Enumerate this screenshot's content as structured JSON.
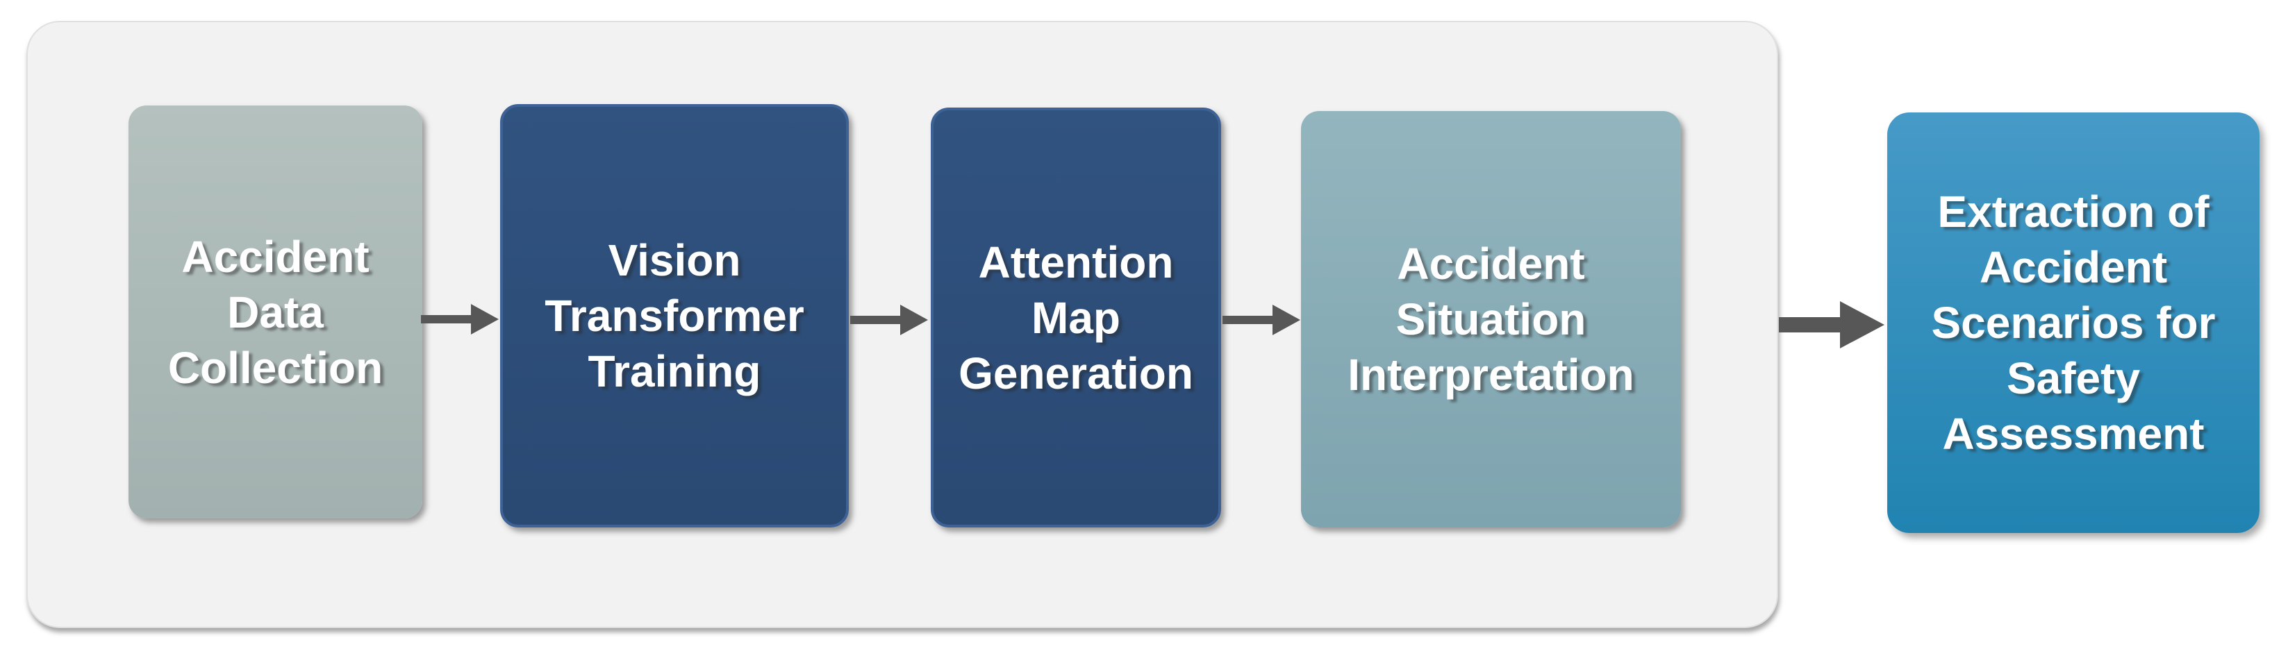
{
  "colors": {
    "canvas-bg": "#ffffff",
    "container-bg": "#f2f2f2",
    "container-border": "#e0e0e0",
    "box1-top": "#b4c1be",
    "box1-bottom": "#a2b1af",
    "box2-top": "#315380",
    "box2-bottom": "#2a4973",
    "box2-border": "#3f6296",
    "box4-top": "#93b5be",
    "box4-bottom": "#7ea4af",
    "box5-top": "#469ac7",
    "box5-bottom": "#2183b1",
    "arrow": "#575757",
    "text": "#ffffff"
  },
  "chart_data": {
    "type": "flow-diagram",
    "steps_in_container": [
      "Accident Data Collection",
      "Vision Transformer Training",
      "Attention Map Generation",
      "Accident Situation Interpretation"
    ],
    "output_step": "Extraction of Accident Scenarios for Safety Assessment",
    "flow_direction": "left-to-right"
  },
  "flow": {
    "steps": [
      {
        "label": "Accident\nData\nCollection"
      },
      {
        "label": "Vision\nTransformer\nTraining"
      },
      {
        "label": "Attention\nMap\nGeneration"
      },
      {
        "label": "Accident\nSituation\nInterpretation"
      }
    ],
    "output": {
      "label": "Extraction of\nAccident\nScenarios for\nSafety\nAssessment"
    }
  }
}
